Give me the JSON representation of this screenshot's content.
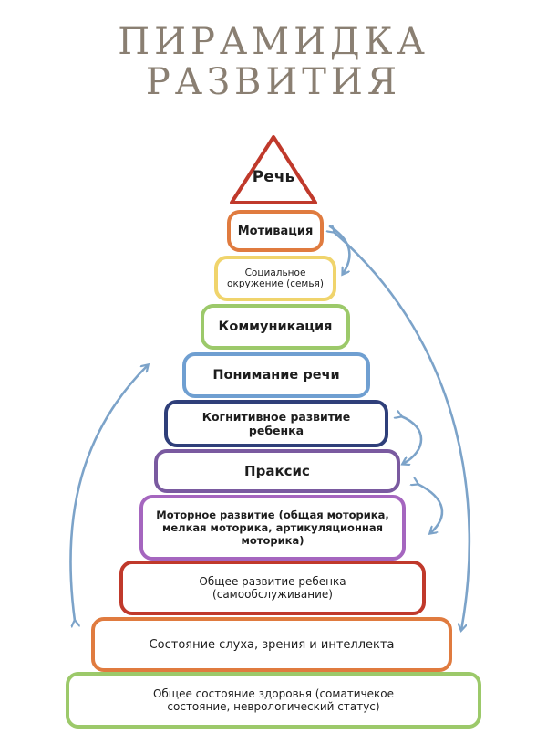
{
  "title": {
    "line1": "ПИРАМИДКА",
    "line2": "РАЗВИТИЯ"
  },
  "colors": {
    "title": "#8a7f72",
    "arrow": "#7ca3c9",
    "red": "#c0392b",
    "orange": "#e07b3f",
    "yellow": "#f0d46c",
    "green": "#9cc96a",
    "blue": "#6f9fd1",
    "navy": "#2f3f7a",
    "purple": "#7a5aa0",
    "violet": "#a566bf"
  },
  "pyramid": {
    "top": {
      "label": "Речь",
      "color": "#c0392b"
    },
    "levels": [
      {
        "label": "Мотивация",
        "color": "#e07b3f"
      },
      {
        "label": "Социальное окружение (семья)",
        "color": "#f0d46c"
      },
      {
        "label": "Коммуникация",
        "color": "#9cc96a"
      },
      {
        "label": "Понимание речи",
        "color": "#6f9fd1"
      },
      {
        "label": "Когнитивное развитие ребенка",
        "color": "#2f3f7a"
      },
      {
        "label": "Праксис",
        "color": "#7a5aa0"
      },
      {
        "label": "Моторное развитие (общая моторика, мелкая моторика, артикуляционная моторика)",
        "color": "#a566bf"
      },
      {
        "label": "Общее развитие ребенка (самообслуживание)",
        "color": "#c0392b"
      },
      {
        "label": "Состояние слуха, зрения и интеллекта",
        "color": "#e07b3f"
      },
      {
        "label": "Общее состояние здоровья (соматичекое состояние, неврологический статус)",
        "color": "#9cc96a"
      }
    ]
  }
}
